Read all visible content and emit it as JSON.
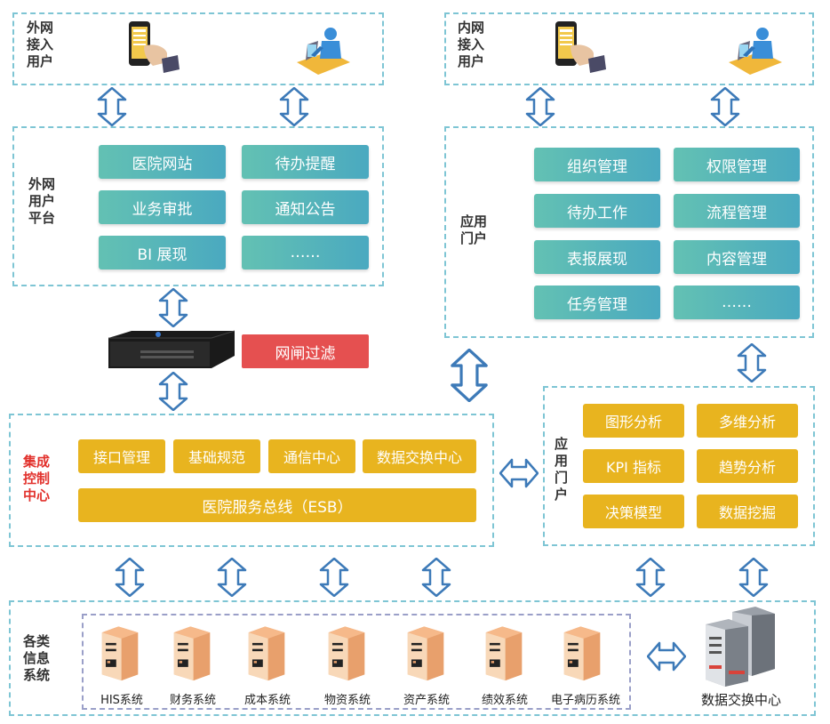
{
  "external_access": {
    "label": "外网\n接入\n用户"
  },
  "internal_access": {
    "label": "内网\n接入\n用户"
  },
  "external_platform": {
    "label": "外网\n用户\n平台",
    "items": [
      "医院网站",
      "待办提醒",
      "业务审批",
      "通知公告",
      "BI 展现",
      "……"
    ]
  },
  "app_portal_top": {
    "label": "应用\n门户",
    "items": [
      "组织管理",
      "权限管理",
      "待办工作",
      "流程管理",
      "表报展现",
      "内容管理",
      "任务管理",
      "……"
    ]
  },
  "gateway": {
    "label": "网闸过滤"
  },
  "integration_center": {
    "label": "集成\n控制\n中心",
    "items": [
      "接口管理",
      "基础规范",
      "通信中心",
      "数据交换中心"
    ],
    "bus": "医院服务总线（ESB）"
  },
  "app_portal_analysis": {
    "label": "应\n用\n门\n户",
    "items": [
      "图形分析",
      "多维分析",
      "KPI 指标",
      "趋势分析",
      "决策模型",
      "数据挖掘"
    ]
  },
  "info_systems": {
    "label": "各类\n信息\n系统",
    "systems": [
      "HIS系统",
      "财务系统",
      "成本系统",
      "物资系统",
      "资产系统",
      "绩效系统",
      "电子病历系统"
    ]
  },
  "data_exchange": {
    "label": "数据交换中心"
  }
}
